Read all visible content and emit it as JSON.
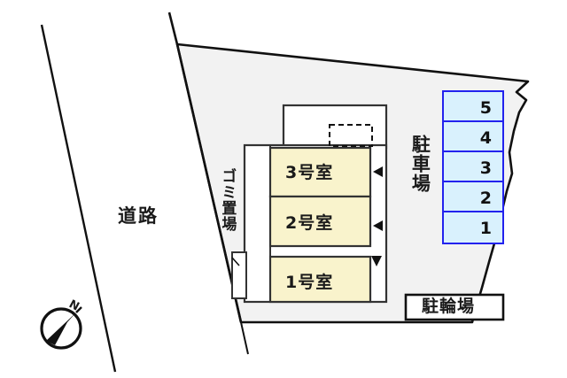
{
  "map": {
    "type": "property-site-plan",
    "colors": {
      "site_fill": "#f2f2f2",
      "site_stroke": "#111111",
      "room_fill": "#f9f3cc",
      "room_stroke": "#333333",
      "parking_fill": "#d9f1fd",
      "parking_stroke": "#2222ee",
      "building_fill": "#ffffff",
      "text": "#1a1a1a"
    }
  },
  "labels": {
    "road": "道路",
    "garbage_area": "ゴミ置場",
    "parking_lot": "駐車場",
    "bicycle_parking": "駐輪場",
    "compass_north": "N"
  },
  "rooms": [
    {
      "id": "room3",
      "label": "3号室"
    },
    {
      "id": "room2",
      "label": "2号室"
    },
    {
      "id": "room1",
      "label": "1号室"
    }
  ],
  "parking_stalls": [
    {
      "id": "stall5",
      "number": "5"
    },
    {
      "id": "stall4",
      "number": "4"
    },
    {
      "id": "stall3",
      "number": "3"
    },
    {
      "id": "stall2",
      "number": "2"
    },
    {
      "id": "stall1",
      "number": "1"
    }
  ]
}
